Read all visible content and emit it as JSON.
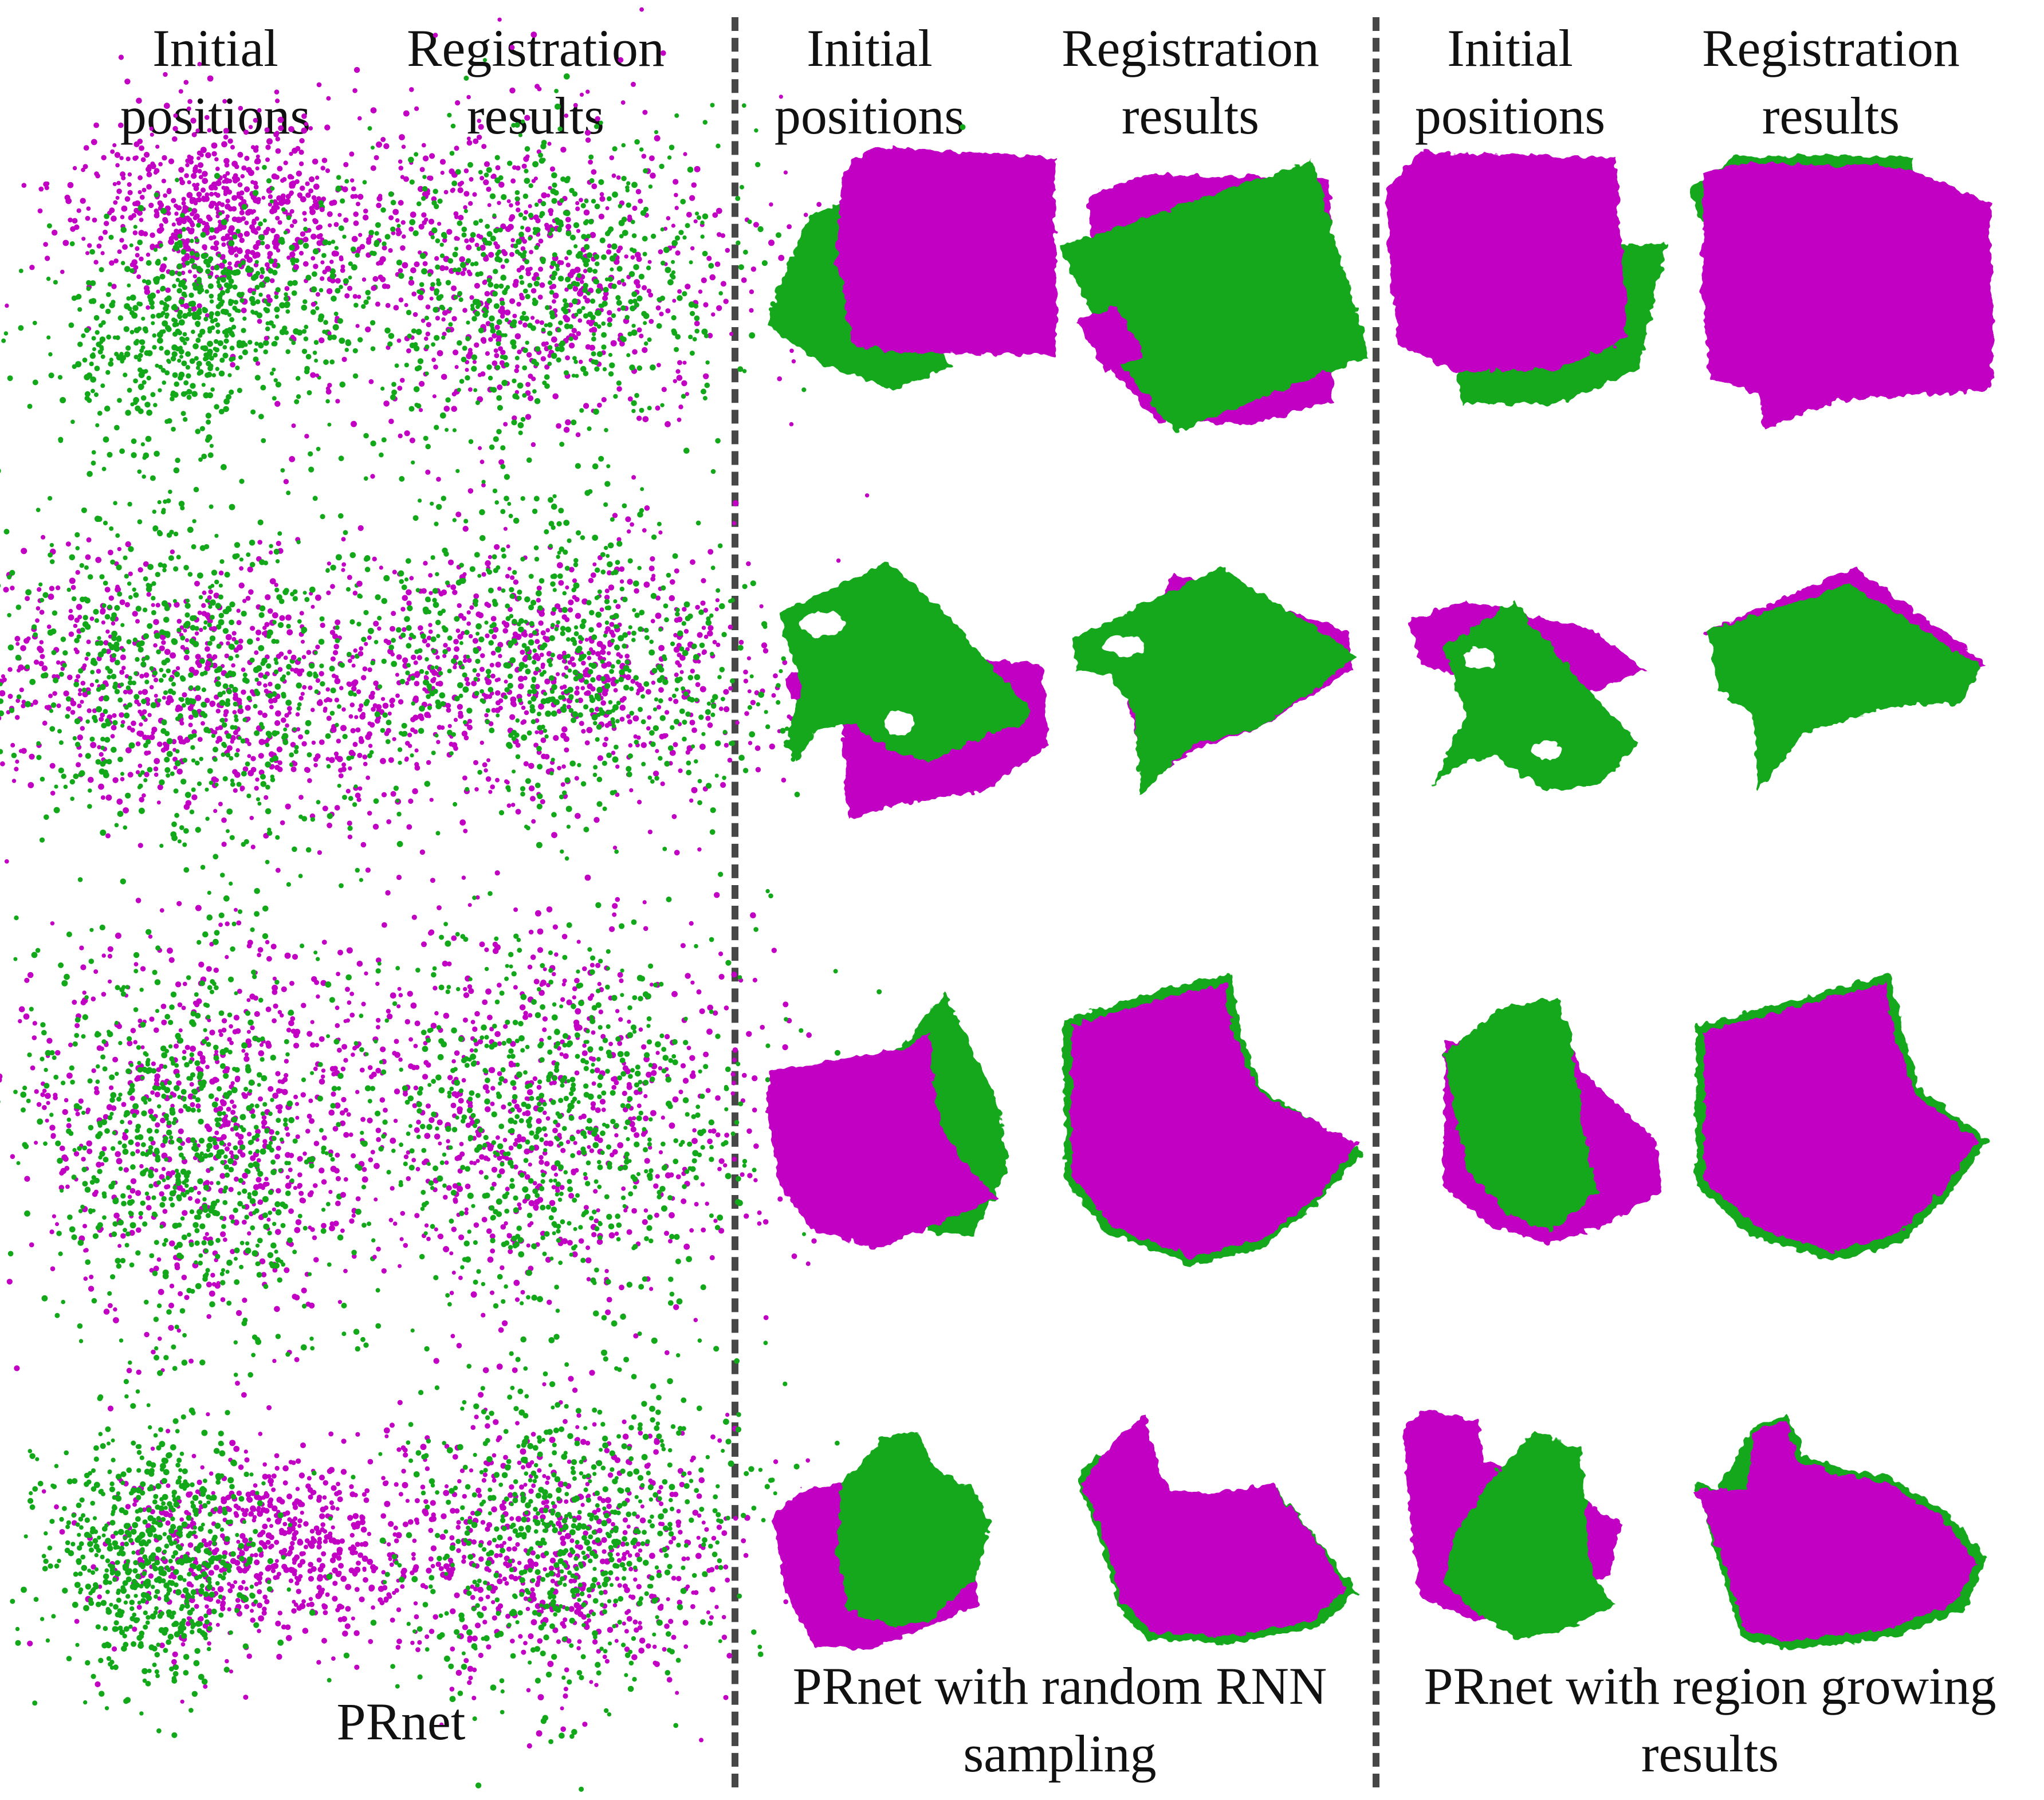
{
  "colors": {
    "source": "#c100c3",
    "target": "#12a81a",
    "divider": "#474747"
  },
  "columns": [
    {
      "header_line1": "Initial",
      "header_line2": "positions"
    },
    {
      "header_line1": "Registration",
      "header_line2": "results"
    },
    {
      "header_line1": "Initial",
      "header_line2": "positions"
    },
    {
      "header_line1": "Registration",
      "header_line2": "results"
    },
    {
      "header_line1": "Initial",
      "header_line2": "positions"
    },
    {
      "header_line1": "Registration",
      "header_line2": "results"
    }
  ],
  "groups": [
    {
      "caption_line1": "PRnet",
      "caption_line2": ""
    },
    {
      "caption_line1": "PRnet with random RNN",
      "caption_line2": "sampling"
    },
    {
      "caption_line1": "PRnet with region growing",
      "caption_line2": "results"
    }
  ]
}
